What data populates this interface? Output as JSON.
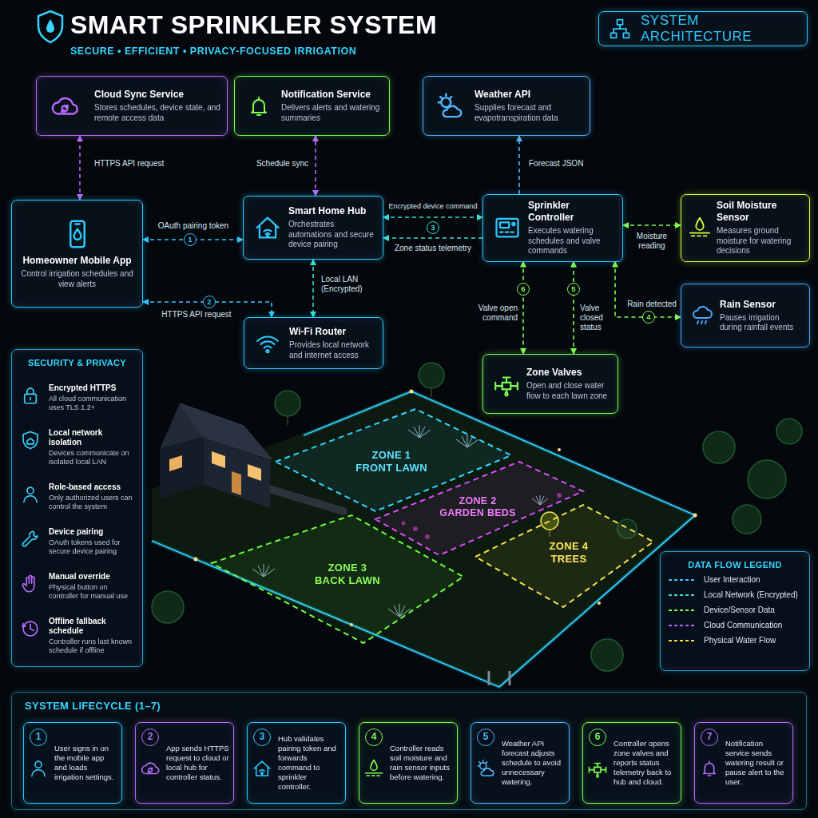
{
  "diagram": {
    "title": "SMART SPRINKLER SYSTEM",
    "nodes": [
      {
        "text": [
          "SYSTEM ARCHITECTURE"
        ]
      },
      {
        "text": [
          "Cloud Sync Service",
          "Stores schedules, device state, and remote access data"
        ]
      },
      {
        "text": [
          "Notification Service",
          "Delivers alerts and watering summaries"
        ]
      },
      {
        "text": [
          "Weather API",
          "Supplies forecast and evapotranspiration data"
        ]
      },
      {
        "text": [
          "Homeowner Mobile App",
          "Control irrigation schedules and view alerts"
        ]
      },
      {
        "text": [
          "Smart Home Hub",
          "Orchestrates automations and secure device pairing"
        ]
      },
      {
        "text": [
          "Sprinkler Controller",
          "Executes watering schedules and valve commands"
        ]
      },
      {
        "text": [
          "Soil Moisture Sensor",
          "Measures ground moisture for watering decisions"
        ]
      },
      {
        "text": [
          "Rain Sensor",
          "Pauses irrigation during rainfall events"
        ]
      },
      {
        "text": [
          "Wi-Fi Router",
          "Provides local network and internet access"
        ]
      },
      {
        "text": [
          "Zone Valves",
          "Open and close water flow to each lawn zone"
        ]
      },
      {
        "text": [
          "SECURITY & PRIVACY",
          "Encrypted HTTPS",
          "All cloud communication uses TLS 1.2+",
          "Local network isolation",
          "Devices communicate on isolated local LAN",
          "Role-based access",
          "Only authorized users can control the system",
          "Device pairing",
          "OAuth tokens used for secure device pairing",
          "Manual override",
          "Physical button on controller for manual use",
          "Offline fallback schedule",
          "Controller runs last known schedule if offline"
        ]
      },
      {
        "text": [
          "ZONE 1 FRONT LAWN"
        ]
      },
      {
        "text": [
          "ZONE 2 GARDEN BEDS"
        ]
      },
      {
        "text": [
          "ZONE 3 BACK LAWN"
        ]
      },
      {
        "text": [
          "ZONE 4 TREES"
        ]
      },
      {
        "text": [
          "DATA FLOW LEGEND"
        ]
      },
      {
        "text": [
          "SYSTEM LIFECYCLE (1–7)"
        ]
      },
      {
        "text": [
          "1",
          "User signs in on the mobile app and loads irrigation settings."
        ],
        "in": 17
      },
      {
        "text": [
          "2",
          "App sends HTTPS request to cloud or local hub for controller status."
        ],
        "in": 17
      },
      {
        "text": [
          "3",
          "Hub validates pairing token and forwards command to sprinkler controller."
        ],
        "in": 17
      },
      {
        "text": [
          "4",
          "Controller reads soil moisture and rain sensor inputs before watering."
        ],
        "in": 17
      },
      {
        "text": [
          "5",
          "Weather API forecast adjusts schedule to avoid unnecessary watering."
        ],
        "in": 17
      },
      {
        "text": [
          "6",
          "Controller opens zone valves and reports status telemetry back to hub and cloud."
        ],
        "in": 17
      },
      {
        "text": [
          "7",
          "Notification service sends watering result or pause alert to the user."
        ],
        "in": 17
      }
    ],
    "edges": [
      {
        "from": 4,
        "to": 1,
        "arrow": "both",
        "label": "HTTPS API request"
      },
      {
        "from": 5,
        "to": 2,
        "arrow": "both",
        "label": "Schedule sync"
      },
      {
        "from": 6,
        "to": 3,
        "arrow": "to",
        "label": "Forecast JSON"
      },
      {
        "from": 4,
        "to": 5,
        "arrow": "both",
        "label": "OAuth pairing token"
      },
      {
        "from": 4,
        "to": 9,
        "arrow": "both",
        "label": "HTTPS API request"
      },
      {
        "from": 5,
        "to": 9,
        "arrow": "both",
        "label": "Local LAN (Encrypted)"
      },
      {
        "from": 5,
        "to": 6,
        "arrow": "both",
        "label": "Encrypted device command"
      },
      {
        "from": 6,
        "to": 5,
        "arrow": "to",
        "label": "Zone status telemetry"
      },
      {
        "from": 6,
        "to": 7,
        "arrow": "both",
        "label": "Moisture reading"
      },
      {
        "from": 6,
        "to": 8,
        "arrow": "both",
        "label": "Rain detected"
      },
      {
        "from": 6,
        "to": 10,
        "arrow": "both",
        "label": "Valve open command"
      },
      {
        "from": 10,
        "to": 6,
        "arrow": "both",
        "label": "Valve closed status"
      },
      {
        "from": 18,
        "to": 19,
        "arrow": "to"
      },
      {
        "from": 19,
        "to": 20,
        "arrow": "to"
      },
      {
        "from": 20,
        "to": 21,
        "arrow": "to"
      },
      {
        "from": 21,
        "to": 22,
        "arrow": "to"
      },
      {
        "from": 22,
        "to": 23,
        "arrow": "to"
      },
      {
        "from": 23,
        "to": 24,
        "arrow": "to"
      }
    ],
    "labels": [
      "SECURE • EFFICIENT • PRIVACY-FOCUSED IRRIGATION",
      "1",
      "2",
      "3",
      "4",
      "6",
      "5"
    ],
    "legend": [
      {
        "text": "User Interaction"
      },
      {
        "text": "Local Network (Encrypted)"
      },
      {
        "text": "Device/Sensor Data"
      },
      {
        "text": "Cloud Communication"
      },
      {
        "text": "Physical Water Flow"
      }
    ]
  }
}
